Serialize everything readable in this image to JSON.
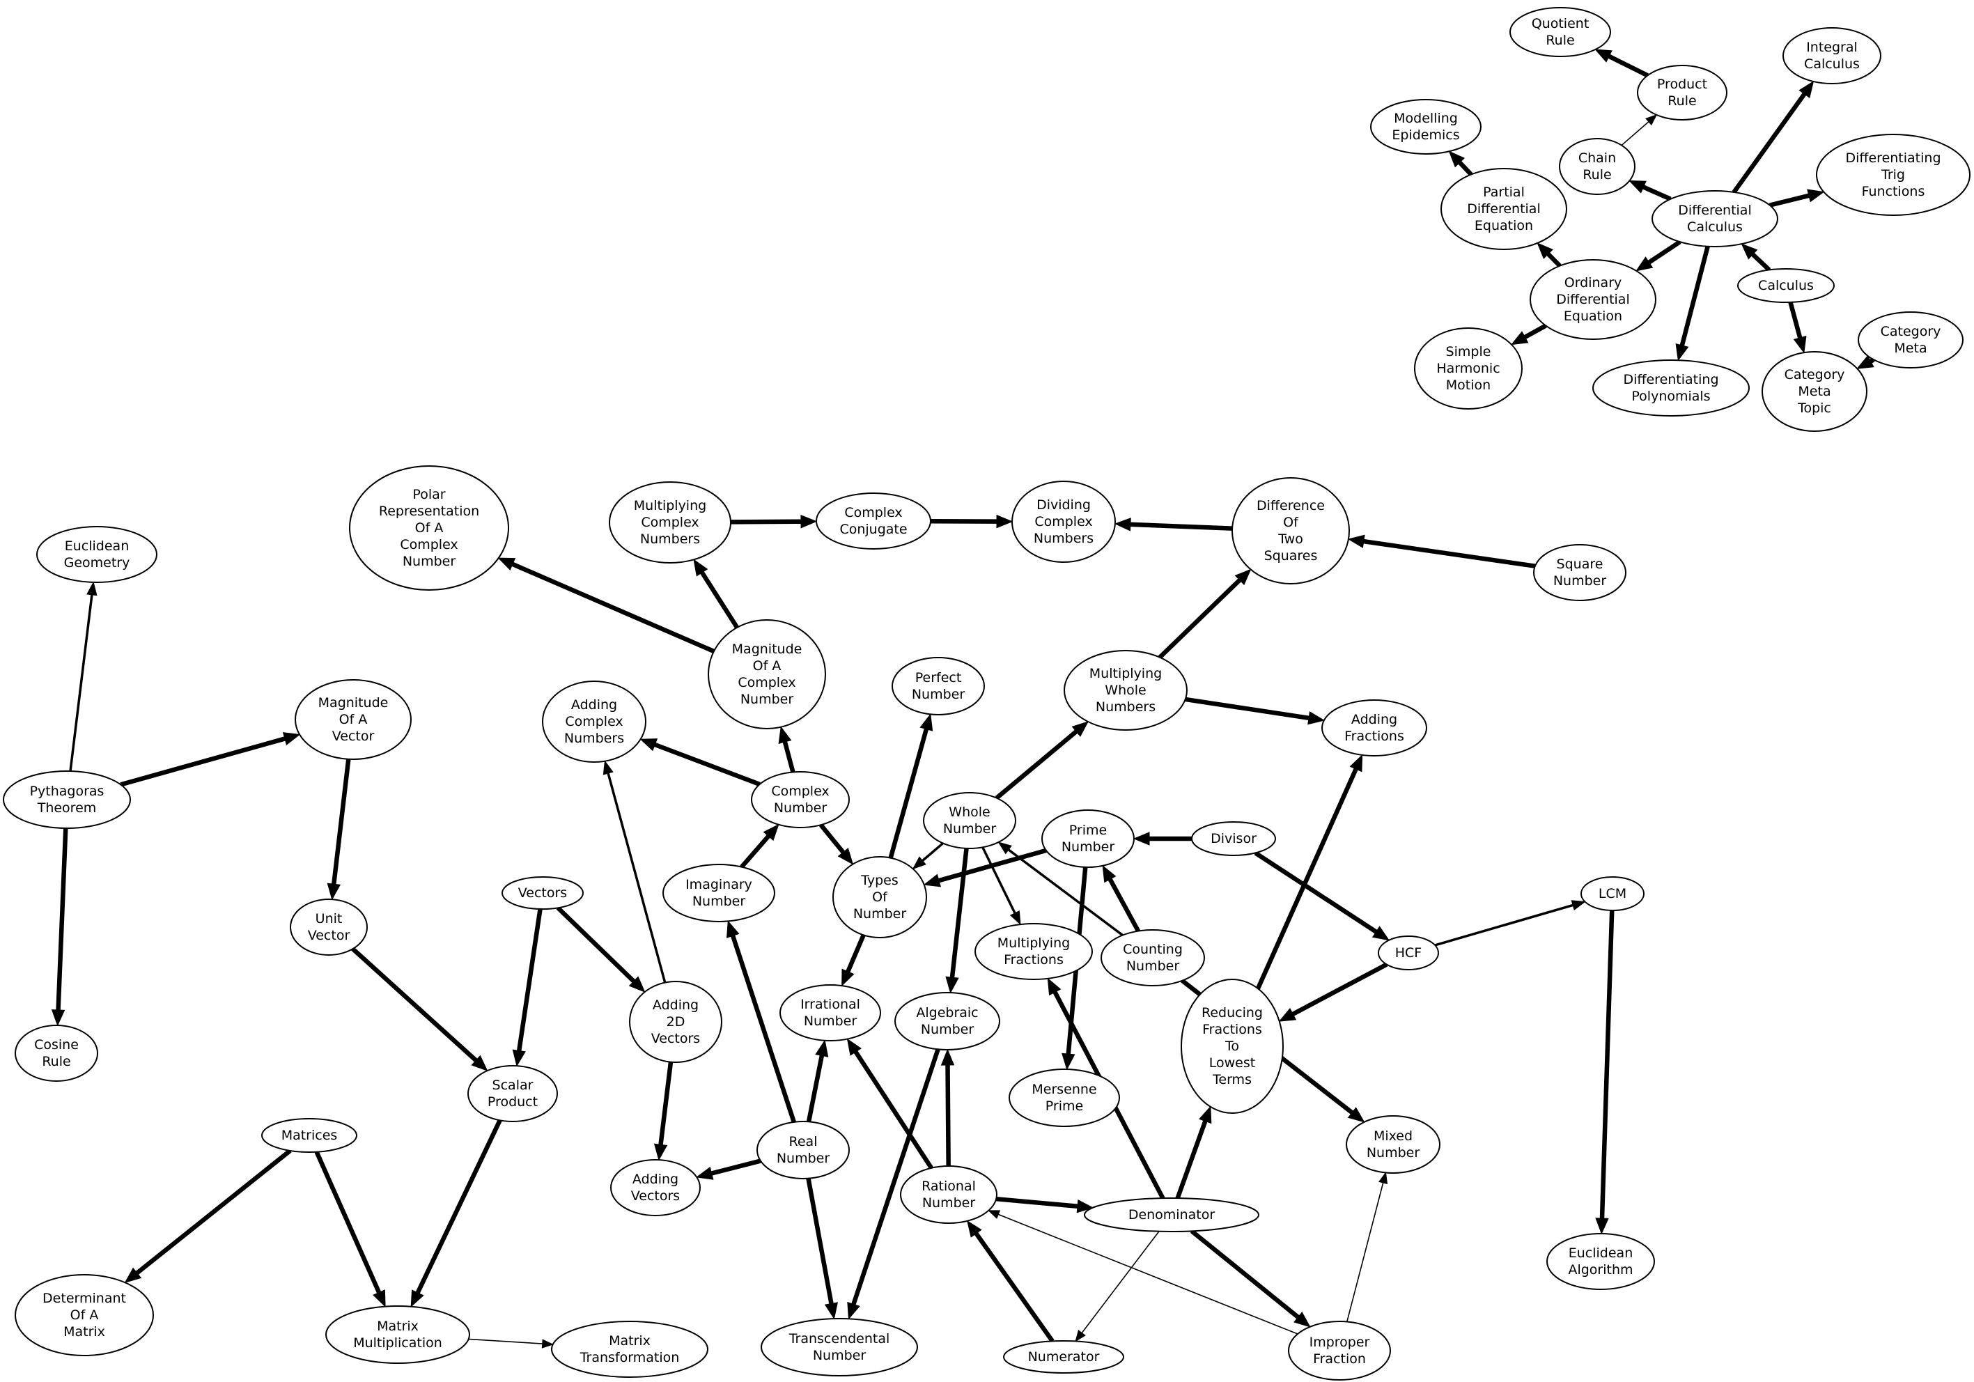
{
  "colors": {
    "background": "#ffffff",
    "stroke": "#000000"
  },
  "nodes": [
    {
      "id": "quotient_rule",
      "lines": [
        "Quotient",
        "Rule"
      ]
    },
    {
      "id": "product_rule",
      "lines": [
        "Product",
        "Rule"
      ]
    },
    {
      "id": "integral_calculus",
      "lines": [
        "Integral",
        "Calculus"
      ]
    },
    {
      "id": "modelling_epidemics",
      "lines": [
        "Modelling",
        "Epidemics"
      ]
    },
    {
      "id": "chain_rule",
      "lines": [
        "Chain",
        "Rule"
      ]
    },
    {
      "id": "differentiating_trig",
      "lines": [
        "Differentiating",
        "Trig",
        "Functions"
      ]
    },
    {
      "id": "pde",
      "lines": [
        "Partial",
        "Differential",
        "Equation"
      ]
    },
    {
      "id": "differential_calculus",
      "lines": [
        "Differential",
        "Calculus"
      ]
    },
    {
      "id": "ode",
      "lines": [
        "Ordinary",
        "Differential",
        "Equation"
      ]
    },
    {
      "id": "calculus",
      "lines": [
        "Calculus"
      ]
    },
    {
      "id": "category_meta",
      "lines": [
        "Category",
        "Meta"
      ]
    },
    {
      "id": "shm",
      "lines": [
        "Simple",
        "Harmonic",
        "Motion"
      ]
    },
    {
      "id": "diff_polynomials",
      "lines": [
        "Differentiating",
        "Polynomials"
      ]
    },
    {
      "id": "category_meta_topic",
      "lines": [
        "Category",
        "Meta",
        "Topic"
      ]
    },
    {
      "id": "polar_rep",
      "lines": [
        "Polar",
        "Representation",
        "Of A",
        "Complex",
        "Number"
      ]
    },
    {
      "id": "mult_complex",
      "lines": [
        "Multiplying",
        "Complex",
        "Numbers"
      ]
    },
    {
      "id": "complex_conjugate",
      "lines": [
        "Complex",
        "Conjugate"
      ]
    },
    {
      "id": "dividing_complex",
      "lines": [
        "Dividing",
        "Complex",
        "Numbers"
      ]
    },
    {
      "id": "diff_two_squares",
      "lines": [
        "Difference",
        "Of",
        "Two",
        "Squares"
      ]
    },
    {
      "id": "square_number",
      "lines": [
        "Square",
        "Number"
      ]
    },
    {
      "id": "euclidean_geometry",
      "lines": [
        "Euclidean",
        "Geometry"
      ]
    },
    {
      "id": "magnitude_complex",
      "lines": [
        "Magnitude",
        "Of A",
        "Complex",
        "Number"
      ]
    },
    {
      "id": "perfect_number",
      "lines": [
        "Perfect",
        "Number"
      ]
    },
    {
      "id": "mult_whole",
      "lines": [
        "Multiplying",
        "Whole",
        "Numbers"
      ]
    },
    {
      "id": "magnitude_vector",
      "lines": [
        "Magnitude",
        "Of A",
        "Vector"
      ]
    },
    {
      "id": "adding_complex",
      "lines": [
        "Adding",
        "Complex",
        "Numbers"
      ]
    },
    {
      "id": "adding_fractions",
      "lines": [
        "Adding",
        "Fractions"
      ]
    },
    {
      "id": "pythagoras",
      "lines": [
        "Pythagoras",
        "Theorem"
      ]
    },
    {
      "id": "complex_number",
      "lines": [
        "Complex",
        "Number"
      ]
    },
    {
      "id": "whole_number",
      "lines": [
        "Whole",
        "Number"
      ]
    },
    {
      "id": "prime_number",
      "lines": [
        "Prime",
        "Number"
      ]
    },
    {
      "id": "divisor",
      "lines": [
        "Divisor"
      ]
    },
    {
      "id": "imaginary_number",
      "lines": [
        "Imaginary",
        "Number"
      ]
    },
    {
      "id": "types_of_number",
      "lines": [
        "Types",
        "Of",
        "Number"
      ]
    },
    {
      "id": "vectors",
      "lines": [
        "Vectors"
      ]
    },
    {
      "id": "unit_vector",
      "lines": [
        "Unit",
        "Vector"
      ]
    },
    {
      "id": "lcm",
      "lines": [
        "LCM"
      ]
    },
    {
      "id": "mult_fractions",
      "lines": [
        "Multiplying",
        "Fractions"
      ]
    },
    {
      "id": "counting_number",
      "lines": [
        "Counting",
        "Number"
      ]
    },
    {
      "id": "hcf",
      "lines": [
        "HCF"
      ]
    },
    {
      "id": "adding_2d_vectors",
      "lines": [
        "Adding",
        "2D",
        "Vectors"
      ]
    },
    {
      "id": "irrational_number",
      "lines": [
        "Irrational",
        "Number"
      ]
    },
    {
      "id": "algebraic_number",
      "lines": [
        "Algebraic",
        "Number"
      ]
    },
    {
      "id": "reducing_fractions",
      "lines": [
        "Reducing",
        "Fractions",
        "To",
        "Lowest",
        "Terms"
      ]
    },
    {
      "id": "cosine_rule",
      "lines": [
        "Cosine",
        "Rule"
      ]
    },
    {
      "id": "scalar_product",
      "lines": [
        "Scalar",
        "Product"
      ]
    },
    {
      "id": "mersenne_prime",
      "lines": [
        "Mersenne",
        "Prime"
      ]
    },
    {
      "id": "mixed_number",
      "lines": [
        "Mixed",
        "Number"
      ]
    },
    {
      "id": "matrices",
      "lines": [
        "Matrices"
      ]
    },
    {
      "id": "real_number",
      "lines": [
        "Real",
        "Number"
      ]
    },
    {
      "id": "adding_vectors",
      "lines": [
        "Adding",
        "Vectors"
      ]
    },
    {
      "id": "rational_number",
      "lines": [
        "Rational",
        "Number"
      ]
    },
    {
      "id": "denominator",
      "lines": [
        "Denominator"
      ]
    },
    {
      "id": "euclidean_algorithm",
      "lines": [
        "Euclidean",
        "Algorithm"
      ]
    },
    {
      "id": "determinant",
      "lines": [
        "Determinant",
        "Of A",
        "Matrix"
      ]
    },
    {
      "id": "matrix_mult",
      "lines": [
        "Matrix",
        "Multiplication"
      ]
    },
    {
      "id": "matrix_transform",
      "lines": [
        "Matrix",
        "Transformation"
      ]
    },
    {
      "id": "transcendental",
      "lines": [
        "Transcendental",
        "Number"
      ]
    },
    {
      "id": "numerator",
      "lines": [
        "Numerator"
      ]
    },
    {
      "id": "improper_fraction",
      "lines": [
        "Improper",
        "Fraction"
      ]
    }
  ],
  "edges": [
    {
      "from": "product_rule",
      "to": "quotient_rule",
      "weight": "thick"
    },
    {
      "from": "chain_rule",
      "to": "product_rule",
      "weight": "thin"
    },
    {
      "from": "differential_calculus",
      "to": "integral_calculus",
      "weight": "thick"
    },
    {
      "from": "differential_calculus",
      "to": "differentiating_trig",
      "weight": "thick"
    },
    {
      "from": "differential_calculus",
      "to": "chain_rule",
      "weight": "thick"
    },
    {
      "from": "differential_calculus",
      "to": "ode",
      "weight": "thick"
    },
    {
      "from": "differential_calculus",
      "to": "diff_polynomials",
      "weight": "thick"
    },
    {
      "from": "calculus",
      "to": "differential_calculus",
      "weight": "thick"
    },
    {
      "from": "calculus",
      "to": "category_meta_topic",
      "weight": "thick"
    },
    {
      "from": "category_meta",
      "to": "category_meta_topic",
      "weight": "thick"
    },
    {
      "from": "ode",
      "to": "pde",
      "weight": "thick"
    },
    {
      "from": "ode",
      "to": "shm",
      "weight": "thick"
    },
    {
      "from": "pde",
      "to": "modelling_epidemics",
      "weight": "thick"
    },
    {
      "from": "mult_complex",
      "to": "complex_conjugate",
      "weight": "thick"
    },
    {
      "from": "complex_conjugate",
      "to": "dividing_complex",
      "weight": "thick"
    },
    {
      "from": "diff_two_squares",
      "to": "dividing_complex",
      "weight": "thick"
    },
    {
      "from": "square_number",
      "to": "diff_two_squares",
      "weight": "thick"
    },
    {
      "from": "magnitude_complex",
      "to": "polar_rep",
      "weight": "thick"
    },
    {
      "from": "magnitude_complex",
      "to": "mult_complex",
      "weight": "thick"
    },
    {
      "from": "mult_whole",
      "to": "diff_two_squares",
      "weight": "thick"
    },
    {
      "from": "mult_whole",
      "to": "adding_fractions",
      "weight": "thick"
    },
    {
      "from": "pythagoras",
      "to": "euclidean_geometry",
      "weight": "medium"
    },
    {
      "from": "pythagoras",
      "to": "magnitude_vector",
      "weight": "thick"
    },
    {
      "from": "pythagoras",
      "to": "cosine_rule",
      "weight": "thick"
    },
    {
      "from": "magnitude_vector",
      "to": "unit_vector",
      "weight": "thick"
    },
    {
      "from": "complex_number",
      "to": "magnitude_complex",
      "weight": "thick"
    },
    {
      "from": "complex_number",
      "to": "adding_complex",
      "weight": "thick"
    },
    {
      "from": "complex_number",
      "to": "types_of_number",
      "weight": "thick"
    },
    {
      "from": "imaginary_number",
      "to": "complex_number",
      "weight": "thick"
    },
    {
      "from": "types_of_number",
      "to": "perfect_number",
      "weight": "thick"
    },
    {
      "from": "types_of_number",
      "to": "irrational_number",
      "weight": "thick"
    },
    {
      "from": "whole_number",
      "to": "mult_whole",
      "weight": "thick"
    },
    {
      "from": "whole_number",
      "to": "types_of_number",
      "weight": "medium"
    },
    {
      "from": "whole_number",
      "to": "algebraic_number",
      "weight": "thick"
    },
    {
      "from": "whole_number",
      "to": "mult_fractions",
      "weight": "medium"
    },
    {
      "from": "counting_number",
      "to": "whole_number",
      "weight": "medium"
    },
    {
      "from": "prime_number",
      "to": "types_of_number",
      "weight": "thick"
    },
    {
      "from": "prime_number",
      "to": "mersenne_prime",
      "weight": "thick"
    },
    {
      "from": "counting_number",
      "to": "prime_number",
      "weight": "thick"
    },
    {
      "from": "divisor",
      "to": "prime_number",
      "weight": "thick"
    },
    {
      "from": "divisor",
      "to": "hcf",
      "weight": "thick"
    },
    {
      "from": "hcf",
      "to": "lcm",
      "weight": "medium"
    },
    {
      "from": "hcf",
      "to": "reducing_fractions",
      "weight": "thick"
    },
    {
      "from": "lcm",
      "to": "euclidean_algorithm",
      "weight": "thick"
    },
    {
      "from": "counting_number",
      "to": "mixed_number",
      "weight": "thick"
    },
    {
      "from": "reducing_fractions",
      "to": "adding_fractions",
      "weight": "thick"
    },
    {
      "from": "vectors",
      "to": "scalar_product",
      "weight": "thick"
    },
    {
      "from": "vectors",
      "to": "adding_2d_vectors",
      "weight": "thick"
    },
    {
      "from": "adding_2d_vectors",
      "to": "adding_complex",
      "weight": "medium"
    },
    {
      "from": "adding_2d_vectors",
      "to": "adding_vectors",
      "weight": "thick"
    },
    {
      "from": "unit_vector",
      "to": "scalar_product",
      "weight": "thick"
    },
    {
      "from": "scalar_product",
      "to": "matrix_mult",
      "weight": "thick"
    },
    {
      "from": "matrices",
      "to": "determinant",
      "weight": "thick"
    },
    {
      "from": "matrices",
      "to": "matrix_mult",
      "weight": "thick"
    },
    {
      "from": "matrix_mult",
      "to": "matrix_transform",
      "weight": "thin"
    },
    {
      "from": "real_number",
      "to": "irrational_number",
      "weight": "thick"
    },
    {
      "from": "real_number",
      "to": "imaginary_number",
      "weight": "thick"
    },
    {
      "from": "real_number",
      "to": "adding_vectors",
      "weight": "thick"
    },
    {
      "from": "real_number",
      "to": "transcendental",
      "weight": "thick"
    },
    {
      "from": "algebraic_number",
      "to": "transcendental",
      "weight": "thick"
    },
    {
      "from": "rational_number",
      "to": "irrational_number",
      "weight": "thick"
    },
    {
      "from": "rational_number",
      "to": "algebraic_number",
      "weight": "thick"
    },
    {
      "from": "rational_number",
      "to": "denominator",
      "weight": "thick"
    },
    {
      "from": "numerator",
      "to": "rational_number",
      "weight": "thick"
    },
    {
      "from": "denominator",
      "to": "mult_fractions",
      "weight": "thick"
    },
    {
      "from": "denominator",
      "to": "reducing_fractions",
      "weight": "thick"
    },
    {
      "from": "denominator",
      "to": "numerator",
      "weight": "thin"
    },
    {
      "from": "denominator",
      "to": "improper_fraction",
      "weight": "thick"
    },
    {
      "from": "improper_fraction",
      "to": "rational_number",
      "weight": "thin"
    },
    {
      "from": "improper_fraction",
      "to": "mixed_number",
      "weight": "thin"
    }
  ]
}
